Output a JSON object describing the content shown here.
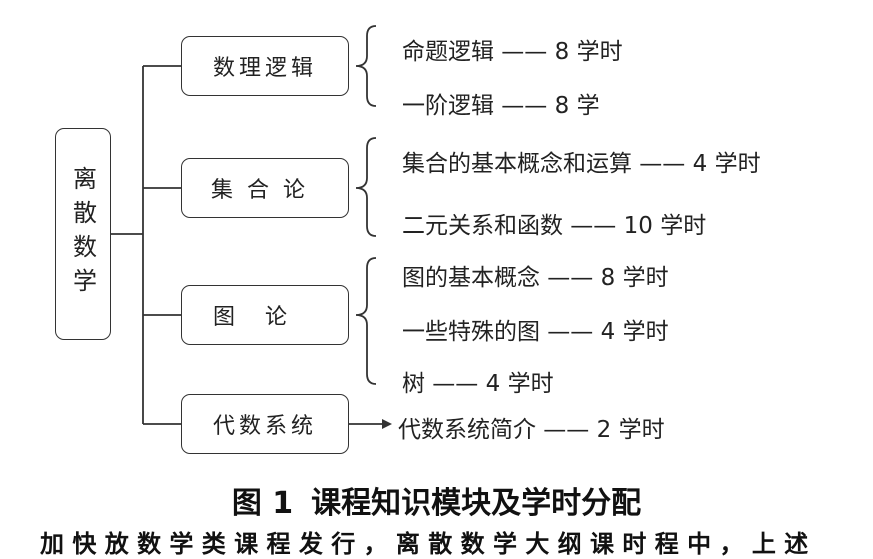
{
  "root": {
    "label": "离散数学"
  },
  "modules": [
    {
      "label": "数理逻辑",
      "topics": [
        "命题逻辑 —— 8 学时",
        "一阶逻辑 —— 8 学"
      ]
    },
    {
      "label": "集合论",
      "topics": [
        "集合的基本概念和运算 —— 4 学时",
        "二元关系和函数 —— 10 学时"
      ]
    },
    {
      "label": "图论",
      "topics": [
        "图的基本概念 —— 8 学时",
        "一些特殊的图 —— 4 学时",
        "树 —— 4 学时"
      ]
    },
    {
      "label": "代数系统",
      "topics": [
        "代数系统简介 —— 2 学时"
      ]
    }
  ],
  "caption": {
    "label": "图 1",
    "text": "课程知识模块及学时分配"
  },
  "footer": {
    "text": "加 快 放 数 学 类 课 程 发 行 ， 离 散 数 学 大 纲 课 时 程 中 ， 上 述"
  }
}
